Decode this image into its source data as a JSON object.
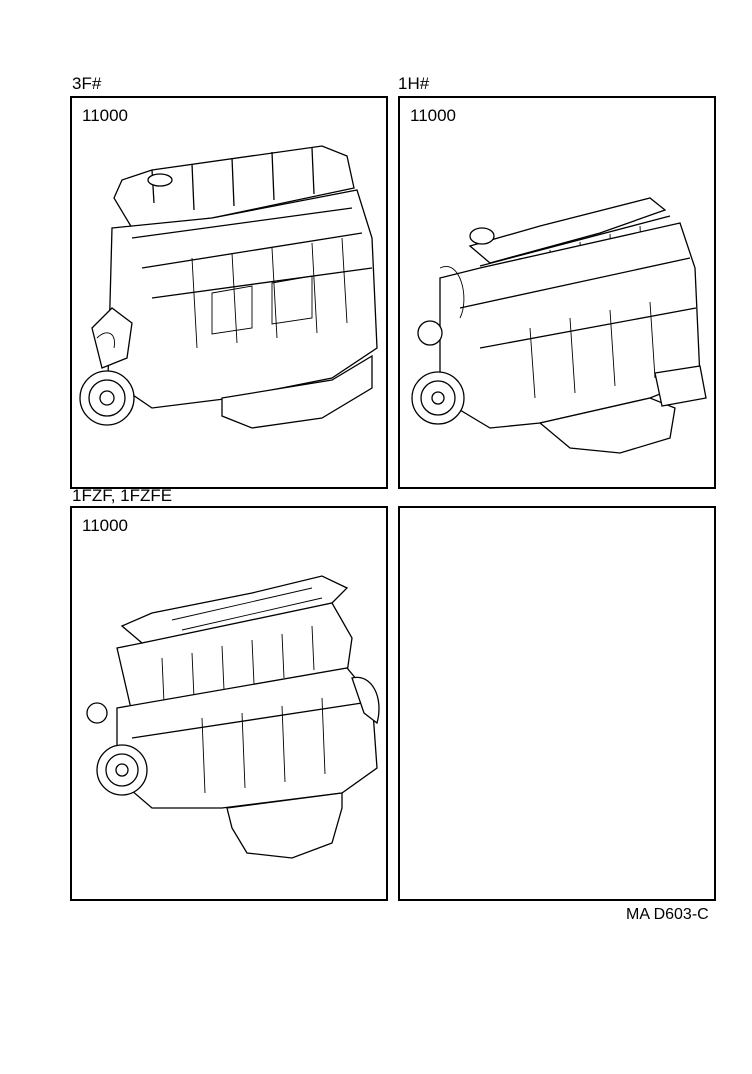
{
  "panels": [
    {
      "engine_label": "3F#",
      "part_number": "11000",
      "illustration": "engine-3f-icon"
    },
    {
      "engine_label": "1H#",
      "part_number": "11000",
      "illustration": "engine-1h-icon"
    },
    {
      "engine_label": "1FZF,  1FZFE",
      "part_number": "11000",
      "illustration": "engine-1fz-icon"
    },
    {
      "engine_label": "",
      "part_number": "",
      "illustration": ""
    }
  ],
  "footer": {
    "code": "MA  D603-C"
  }
}
